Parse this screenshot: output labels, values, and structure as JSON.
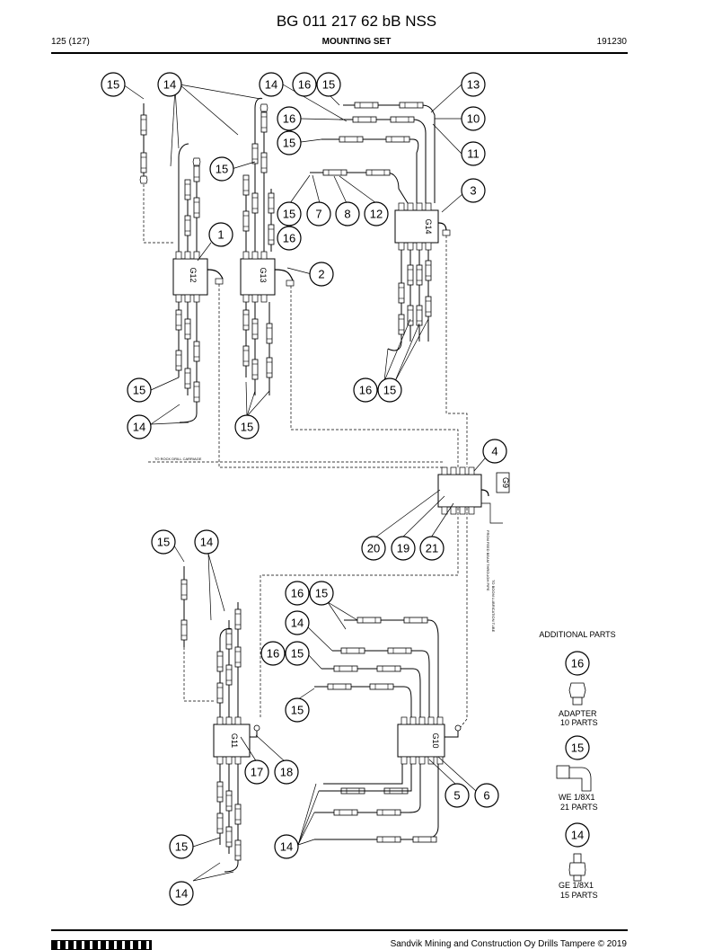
{
  "header": {
    "title": "BG 011 217 62 bB NSS",
    "page": "125 (127)",
    "section": "MOUNTING SET",
    "code": "191230"
  },
  "footer": {
    "copyright": "Sandvik Mining and Construction Oy Drills Tampere © 2019"
  },
  "groups": {
    "g12": "G12",
    "g13": "G13",
    "g14": "G14",
    "g9": "G9",
    "g11": "G11",
    "g10": "G10"
  },
  "notes": {
    "to_rock_drill": "TO ROCK DRILL CARRIAGE",
    "from_feed_beam": "FROM FEED BEAM THROUGH PIPE",
    "to_boom": "TO BOOM LUBRICATION TUBE"
  },
  "callouts": [
    "15",
    "14",
    "14",
    "16",
    "15",
    "13",
    "16",
    "10",
    "15",
    "11",
    "15",
    "3",
    "15",
    "7",
    "8",
    "12",
    "1",
    "16",
    "2",
    "15",
    "16",
    "15",
    "14",
    "15",
    "4",
    "20",
    "19",
    "21",
    "15",
    "14",
    "16",
    "15",
    "14",
    "16",
    "15",
    "15",
    "17",
    "18",
    "5",
    "6",
    "15",
    "14",
    "14"
  ],
  "additional": {
    "title": "ADDITIONAL PARTS",
    "items": [
      {
        "number": "16",
        "name": "ADAPTER",
        "qty": "10 PARTS"
      },
      {
        "number": "15",
        "name": "WE 1/8X1",
        "qty": "21 PARTS"
      },
      {
        "number": "14",
        "name": "GE 1/8X1",
        "qty": "15 PARTS"
      }
    ]
  }
}
